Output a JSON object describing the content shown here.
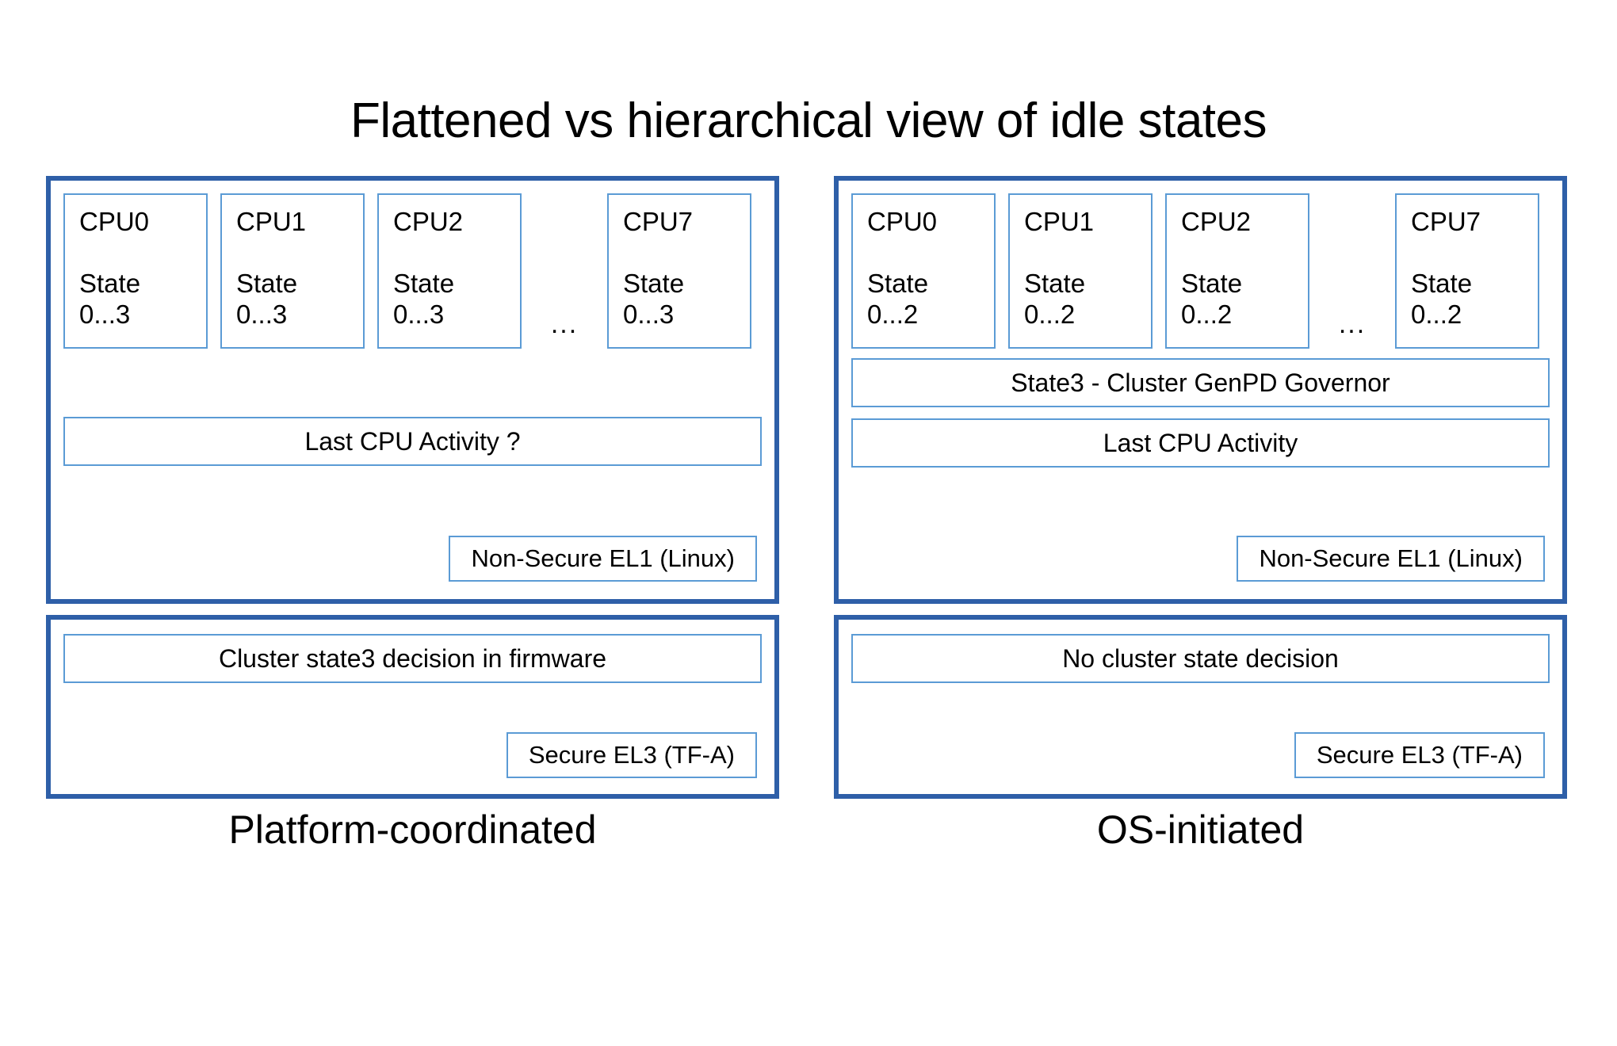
{
  "title": "Flattened vs hierarchical view of idle states",
  "colors": {
    "panel_border": "#2E5FA8",
    "inner_border": "#5B9BD5",
    "text": "#000000",
    "background": "#FFFFFF"
  },
  "panels": [
    {
      "caption": "Platform-coordinated",
      "os_layer": {
        "cpus": [
          {
            "name": "CPU0",
            "state_label": "State",
            "state_range": "0...3"
          },
          {
            "name": "CPU1",
            "state_label": "State",
            "state_range": "0...3"
          },
          {
            "name": "CPU2",
            "state_label": "State",
            "state_range": "0...3"
          },
          {
            "name": "CPU7",
            "state_label": "State",
            "state_range": "0...3"
          }
        ],
        "ellipsis": "...",
        "bars": [
          "Last CPU Activity ?"
        ],
        "level_tag": "Non-Secure EL1 (Linux)"
      },
      "firmware_layer": {
        "bar": "Cluster state3 decision in firmware",
        "level_tag": "Secure EL3 (TF-A)"
      }
    },
    {
      "caption": "OS-initiated",
      "os_layer": {
        "cpus": [
          {
            "name": "CPU0",
            "state_label": "State",
            "state_range": "0...2"
          },
          {
            "name": "CPU1",
            "state_label": "State",
            "state_range": "0...2"
          },
          {
            "name": "CPU2",
            "state_label": "State",
            "state_range": "0...2"
          },
          {
            "name": "CPU7",
            "state_label": "State",
            "state_range": "0...2"
          }
        ],
        "ellipsis": "...",
        "bars": [
          "State3 - Cluster GenPD Governor",
          "Last CPU Activity"
        ],
        "level_tag": "Non-Secure EL1 (Linux)"
      },
      "firmware_layer": {
        "bar": "No cluster state decision",
        "level_tag": "Secure EL3 (TF-A)"
      }
    }
  ]
}
